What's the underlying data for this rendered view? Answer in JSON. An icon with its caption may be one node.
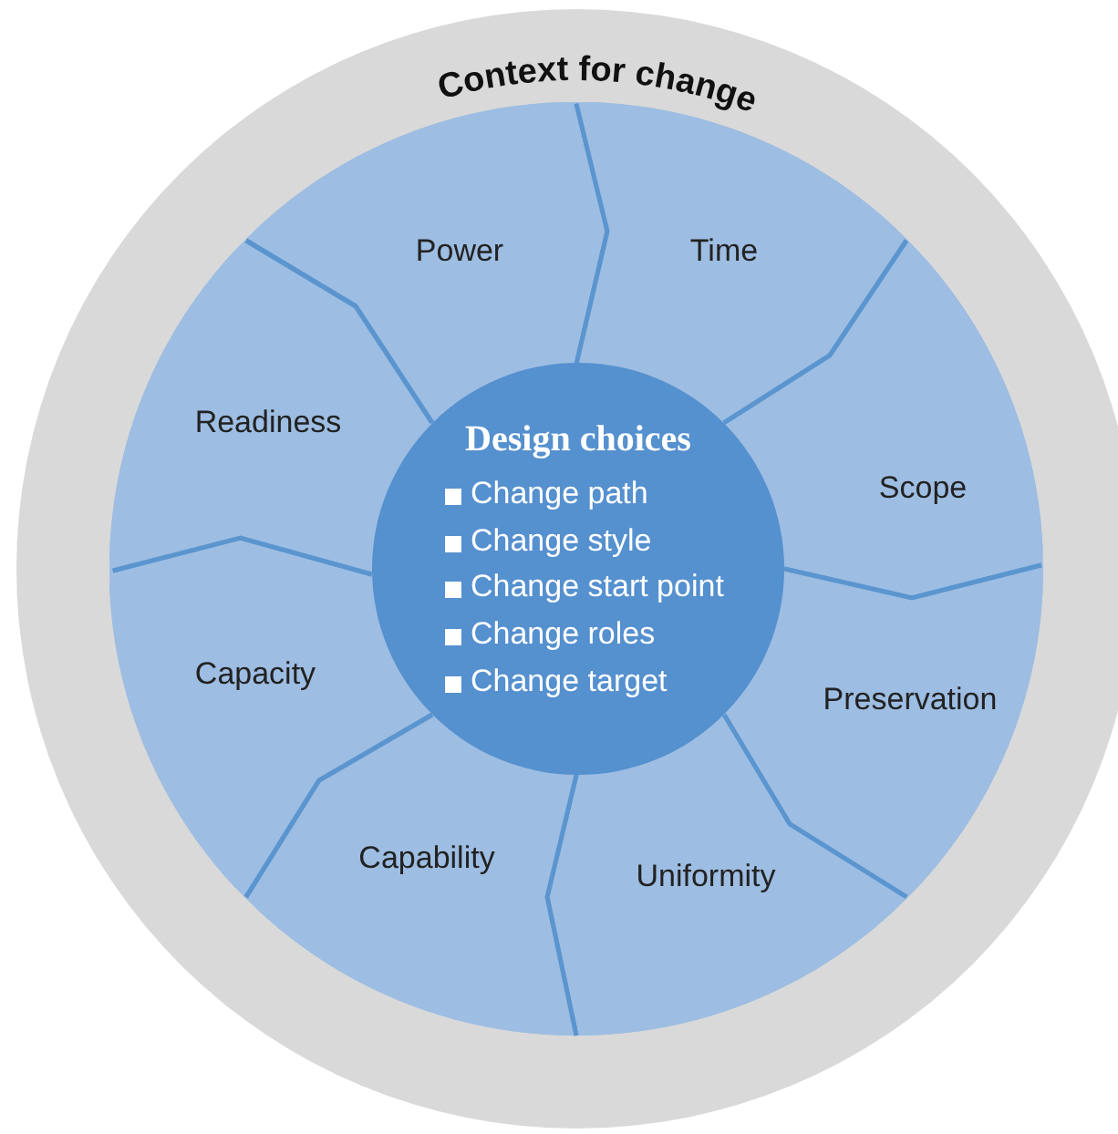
{
  "diagram": {
    "nodes": [
      {
        "text": [
          "Context for change"
        ]
      },
      {
        "text": [
          "Power"
        ],
        "in": 0
      },
      {
        "text": [
          "Time"
        ],
        "in": 0
      },
      {
        "text": [
          "Scope"
        ],
        "in": 0
      },
      {
        "text": [
          "Preservation"
        ],
        "in": 0
      },
      {
        "text": [
          "Uniformity"
        ],
        "in": 0
      },
      {
        "text": [
          "Capability"
        ],
        "in": 0
      },
      {
        "text": [
          "Capacity"
        ],
        "in": 0
      },
      {
        "text": [
          "Readiness"
        ],
        "in": 0
      },
      {
        "text": [
          "Design choices",
          "Change path",
          "Change style",
          "Change start point",
          "Change roles",
          "Change target"
        ],
        "in": 0
      }
    ]
  }
}
